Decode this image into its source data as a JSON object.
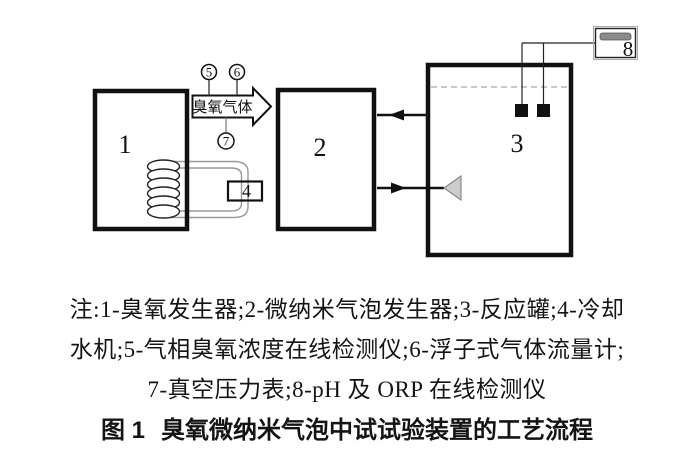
{
  "figure": {
    "notes": {
      "line1": "注:1-臭氧发生器;2-微纳米气泡发生器;3-反应罐;4-冷却",
      "line2": "水机;5-气相臭氧浓度在线检测仪;6-浮子式气体流量计;",
      "line3": "7-真空压力表;8-pH 及 ORP 在线检测仪"
    },
    "caption": {
      "label": "图 1",
      "title": "臭氧微纳米气泡中试试验装置的工艺流程"
    }
  },
  "diagram": {
    "flow_arrow_label": "臭氧气体",
    "labels": {
      "ozone_generator": "1",
      "bubble_generator": "2",
      "reaction_tank": "3",
      "cooling_machine": "4",
      "ozone_concentration_monitor": "5",
      "float_gas_flowmeter": "6",
      "vacuum_gauge": "7",
      "ph_orp_monitor": "8"
    },
    "colors": {
      "line": "#111111",
      "pipe_gray": "#999999",
      "diffuser_fill": "#cccccc",
      "display_bar": "#8a8a8a",
      "background": "#ffffff"
    }
  }
}
